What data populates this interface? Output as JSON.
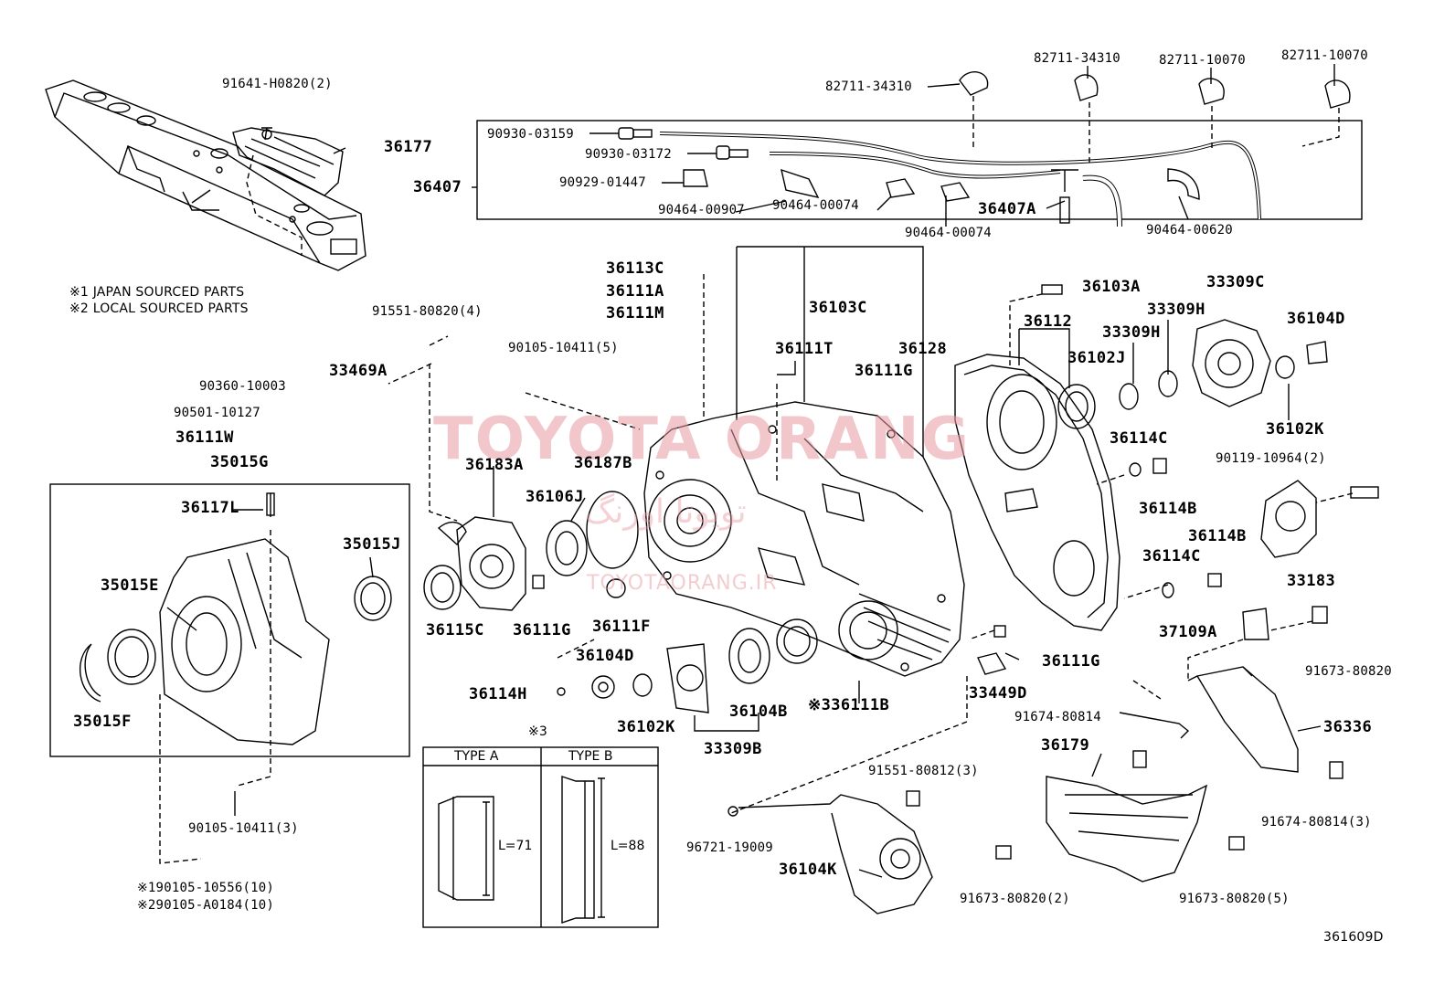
{
  "labels": {
    "p91641": "91641-H0820(2)",
    "p36177": "36177",
    "note1": "※1 JAPAN SOURCED PARTS",
    "note2": "※2 LOCAL SOURCED PARTS",
    "p91551_80820": "91551-80820(4)",
    "p90360": "90360-10003",
    "p33469A": "33469A",
    "p90501": "90501-10127",
    "p36111W": "36111W",
    "p35015G": "35015G",
    "p36117L": "36117L",
    "p35015J": "35015J",
    "p35015E": "35015E",
    "p35015F": "35015F",
    "p90105_3": "90105-10411(3)",
    "p190105": "※190105-10556(10)",
    "p290105": "※290105-A0184(10)",
    "p90930_3159": "90930-03159",
    "p90930_3172": "90930-03172",
    "p90929": "90929-01447",
    "p36407": "36407",
    "p90464_907": "90464-00907",
    "p90464_74a": "90464-00074",
    "p90464_74b": "90464-00074",
    "p36407A": "36407A",
    "p90464_620": "90464-00620",
    "p82711_34310a": "82711-34310",
    "p82711_34310b": "82711-34310",
    "p82711_10070a": "82711-10070",
    "p82711_10070b": "82711-10070",
    "p36113C": "36113C",
    "p36111A": "36111A",
    "p36111M": "36111M",
    "p36103C": "36103C",
    "p90105_5": "90105-10411(5)",
    "p36111T": "36111T",
    "p36128": "36128",
    "p36111G_a": "36111G",
    "p36183A": "36183A",
    "p36187B": "36187B",
    "p36106J": "36106J",
    "p36115C": "36115C",
    "p36111G_b": "36111G",
    "p36111F": "36111F",
    "p36104D_a": "36104D",
    "p36114H": "36114H",
    "p36102K_a": "36102K",
    "p36104B": "36104B",
    "p33309B": "33309B",
    "p36111B": "※336111B",
    "p3": "※3",
    "p36103A": "36103A",
    "p36112": "36112",
    "p36102J": "36102J",
    "p33309H_a": "33309H",
    "p33309H_b": "33309H",
    "p33309C": "33309C",
    "p36104D_b": "36104D",
    "p36102K_b": "36102K",
    "p36114C_a": "36114C",
    "p36114B_a": "36114B",
    "p90119": "90119-10964(2)",
    "p36114B_b": "36114B",
    "p36114C_b": "36114C",
    "p33183": "33183",
    "p37109A": "37109A",
    "p91673_80820": "91673-80820",
    "p36111G_c": "36111G",
    "p33449D": "33449D",
    "p91674_80814": "91674-80814",
    "p36336": "36336",
    "p36179": "36179",
    "p91551_80812": "91551-80812(3)",
    "p96721": "96721-19009",
    "p36104K": "36104K",
    "p91674_80814_3": "91674-80814(3)",
    "p91673_2": "91673-80820(2)",
    "p91673_5": "91673-80820(5)",
    "ref": "361609D"
  },
  "type_table": {
    "type_a": "TYPE A",
    "type_b": "TYPE B",
    "len_a": "L=71",
    "len_b": "L=88"
  },
  "watermark": {
    "brand": "TOYOTA ORANG",
    "persian": "تویوتا اورنگ",
    "site": "TOYOTAORANG.IR"
  }
}
